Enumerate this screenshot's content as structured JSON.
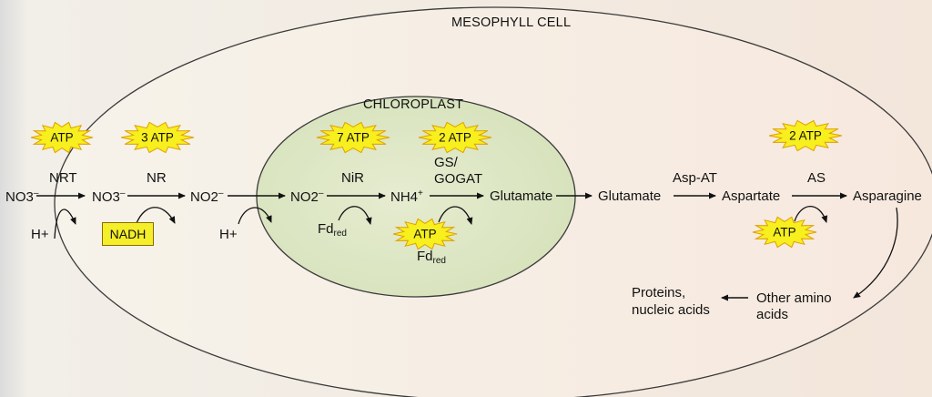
{
  "titles": {
    "cell": "MESOPHYLL CELL",
    "chloroplast": "CHLOROPLAST"
  },
  "labels": {
    "no3_outside": "NO3",
    "no3_inside": "NO3",
    "no2_cytosol": "NO2",
    "no2_chloroplast": "NO2",
    "nh4": "NH4",
    "glutamate_chloroplast": "Glutamate",
    "glutamate_cytosol": "Glutamate",
    "aspartate": "Aspartate",
    "asparagine": "Asparagine",
    "other_amino_acids_line1": "Other amino",
    "other_amino_acids_line2": "acids",
    "proteins_line1": "Proteins,",
    "proteins_line2": "nucleic acids",
    "charge_minus": "–",
    "charge_plus": "+"
  },
  "enzymes": {
    "nrt": "NRT",
    "nr": "NR",
    "nir": "NiR",
    "gs_line1": "GS/",
    "gs_line2": "GOGAT",
    "asp_at": "Asp-AT",
    "as": "AS"
  },
  "cofactors": {
    "h_plus_1": "H+",
    "h_plus_2": "H+",
    "nadh": "NADH",
    "fd": "Fd",
    "fd2": "Fd",
    "red": "red"
  },
  "atp": {
    "nrt": "ATP",
    "nr": "3 ATP",
    "nir": "7 ATP",
    "gs": "2 ATP",
    "gs_input": "ATP",
    "as": "2 ATP",
    "as_input": "ATP"
  },
  "colors": {
    "burst_fill": "#f7ef1e",
    "burst_stroke": "#e0a000",
    "chloroplast_fill": "#dfe8c8",
    "cell_fill": "#f6f0e4",
    "outline": "#3a3a3a"
  }
}
